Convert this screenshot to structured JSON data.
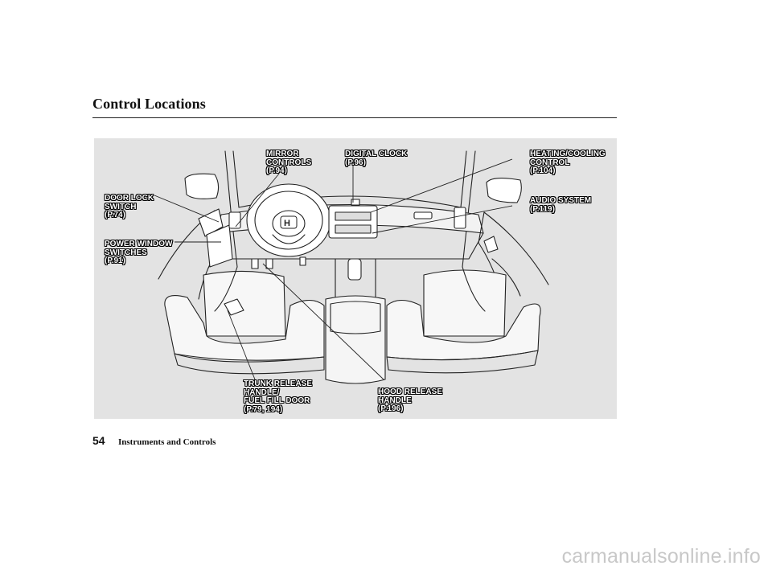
{
  "page": {
    "title": "Control Locations",
    "page_number": "54",
    "section": "Instruments and Controls",
    "watermark": "carmanualsonline.info"
  },
  "callouts": {
    "mirror_controls": {
      "lines": [
        "MIRROR",
        "CONTROLS",
        "(P.94)"
      ]
    },
    "digital_clock": {
      "lines": [
        "DIGITAL CLOCK",
        "(P.96)"
      ]
    },
    "heating_cooling": {
      "lines": [
        "HEATING/COOLING",
        "CONTROL",
        "(P.104)"
      ]
    },
    "door_lock": {
      "lines": [
        "DOOR LOCK",
        "SWITCH",
        "(P.74)"
      ]
    },
    "audio_system": {
      "lines": [
        "AUDIO SYSTEM",
        "(P.119)"
      ]
    },
    "power_window": {
      "lines": [
        "POWER WINDOW",
        "SWITCHES",
        "(P.91)"
      ]
    },
    "trunk_release": {
      "lines": [
        "TRUNK RELEASE",
        "HANDLE/",
        "FUEL FILL DOOR",
        "(P.79, 194)"
      ]
    },
    "hood_release": {
      "lines": [
        "HOOD RELEASE",
        "HANDLE",
        "(P.196)"
      ]
    }
  }
}
